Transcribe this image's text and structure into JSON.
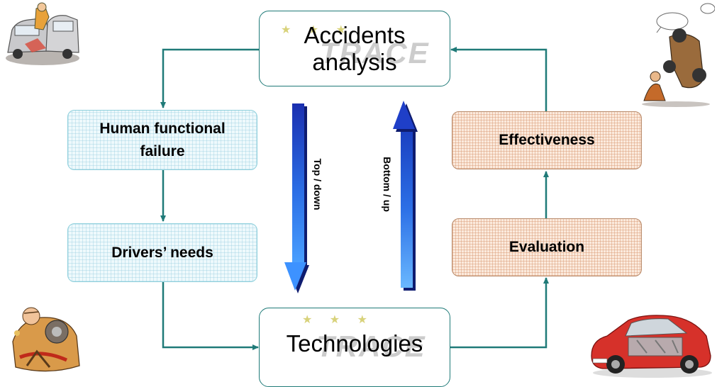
{
  "boxes": {
    "accidents_line1": "Accidents",
    "accidents_line2": "analysis",
    "human_line1": "Human functional",
    "human_line2": "failure",
    "drivers_needs": "Drivers’ needs",
    "technologies": "Technologies",
    "effectiveness": "Effectiveness",
    "evaluation": "Evaluation"
  },
  "arrows": {
    "top_down": "Top / down",
    "bottom_up": "Bottom / up"
  },
  "watermark": "TRACE",
  "colors": {
    "connector": "#1f7a78",
    "arrow_blue": "#1f5fe0",
    "blue_box_fill": "#eef9fc",
    "orange_box_fill": "#fbeadd"
  },
  "illustrations": [
    "car-crash-cartoon",
    "upside-down-car-cartoon",
    "exhausted-driver-cartoon",
    "cutaway-car-illustration"
  ]
}
